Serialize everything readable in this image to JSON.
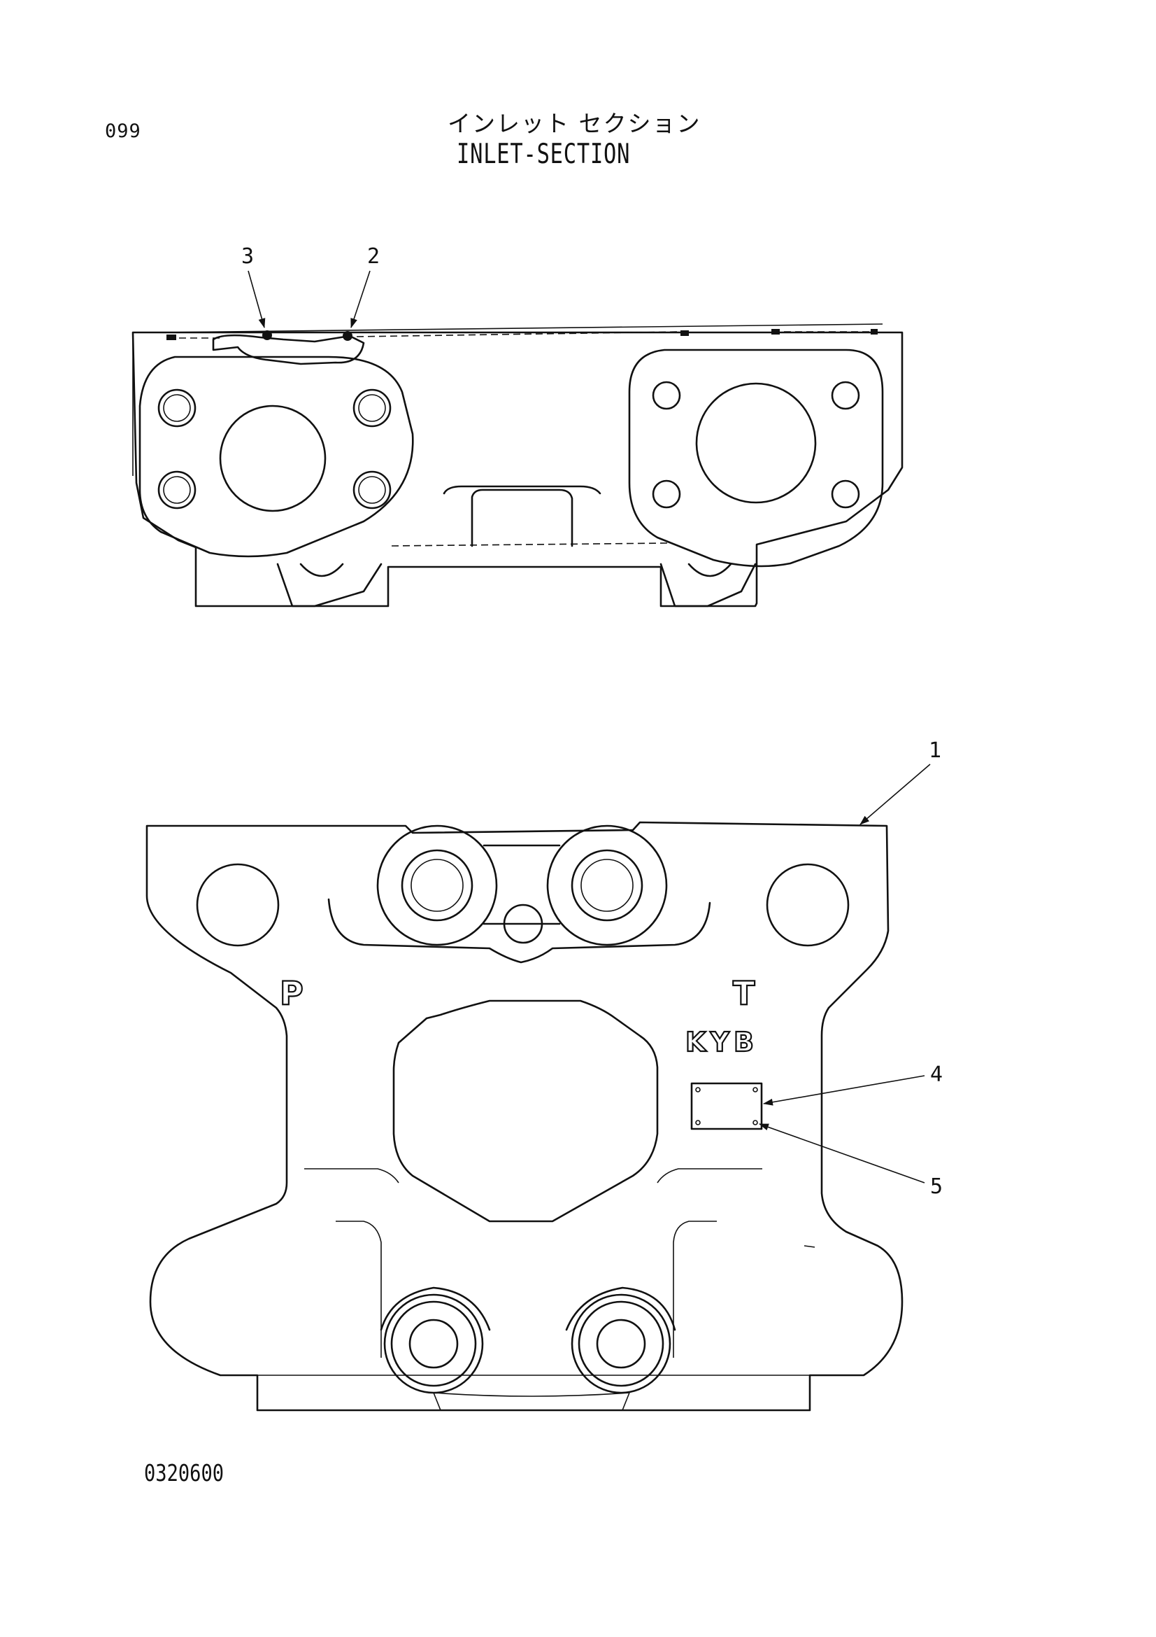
{
  "page": {
    "number": "099",
    "title_jp": "インレット セクション",
    "title_en": "INLET-SECTION",
    "drawing_code": "0320600"
  },
  "callouts": [
    "1",
    "2",
    "3",
    "4",
    "5"
  ],
  "embossed_marks": {
    "pressure_port": "P",
    "tank_port": "T",
    "maker_logo": "KYB"
  },
  "icons": {
    "arrow": "arrow-icon",
    "bolt_hole": "bolt-hole-icon"
  }
}
